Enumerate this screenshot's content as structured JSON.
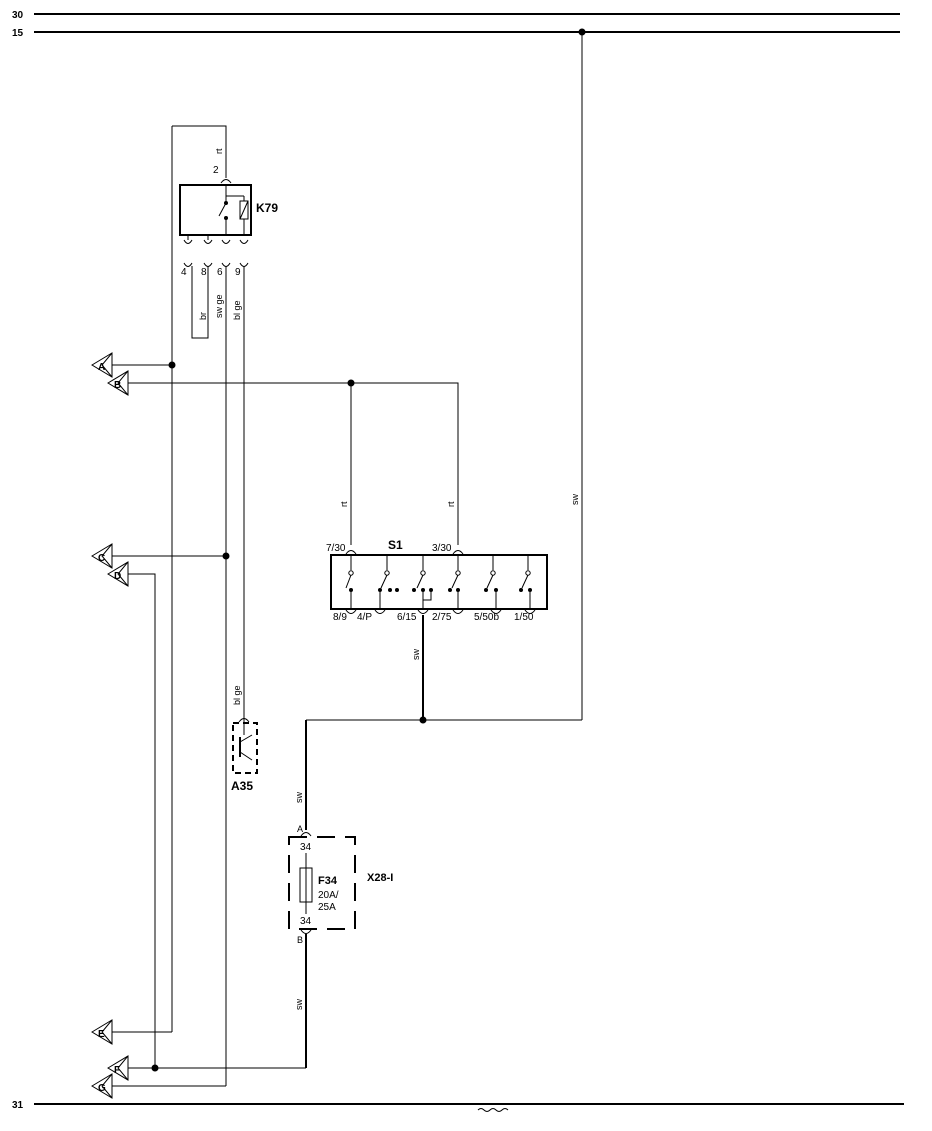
{
  "rails": {
    "r30": "30",
    "r15": "15",
    "r31": "31"
  },
  "k79": {
    "name": "K79",
    "pin_top": "2",
    "pins": [
      "4",
      "8",
      "6",
      "9"
    ],
    "wire_top": "rt",
    "wires": [
      "br",
      "sw ge",
      "bl ge"
    ]
  },
  "s1": {
    "name": "S1",
    "top_left": "7/30",
    "top_right": "3/30",
    "bottom": [
      "8/9",
      "4/P",
      "6/15",
      "2/75",
      "5/50b",
      "1/50"
    ],
    "wire_left": "rt",
    "wire_right": "rt",
    "wire_out": "sw"
  },
  "a35": {
    "name": "A35",
    "wire": "bl ge"
  },
  "x28": {
    "name": "X28-I",
    "pin_a": "A",
    "pin_b": "B",
    "num_top": "34",
    "num_bot": "34",
    "wire_in": "sw",
    "wire_out": "sw"
  },
  "f34": {
    "name": "F34",
    "rating1": "20A/",
    "rating2": "25A"
  },
  "sw_main": "sw",
  "connectors": [
    "A",
    "B",
    "C",
    "D",
    "E",
    "F",
    "G"
  ]
}
